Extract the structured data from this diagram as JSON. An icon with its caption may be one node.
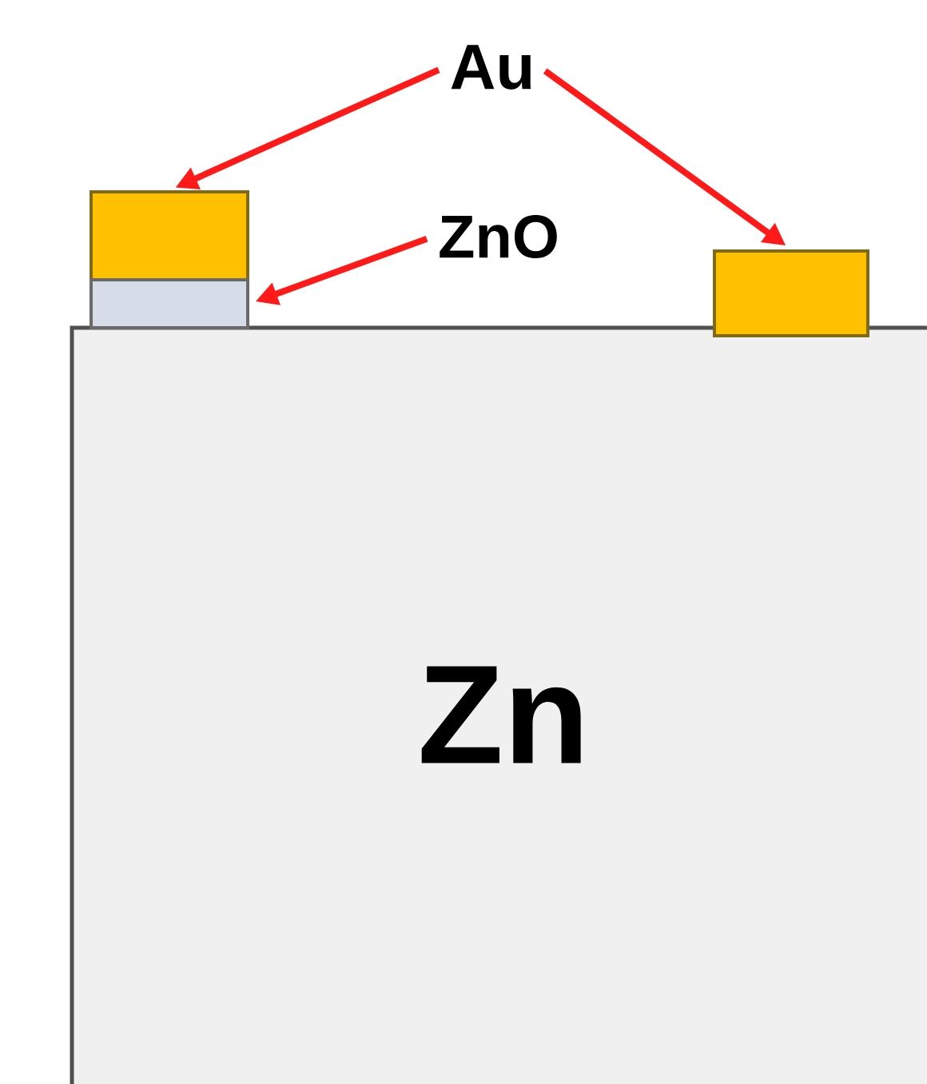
{
  "diagram": {
    "nodes": [
      {
        "text": [
          "Au"
        ]
      },
      {
        "text": [
          "ZnO"
        ]
      },
      {
        "text": [
          "Zn"
        ]
      },
      {
        "text": [],
        "shape": "box"
      },
      {
        "text": [],
        "shape": "box"
      },
      {
        "text": [],
        "shape": "box"
      }
    ],
    "edges": [
      {
        "from": 0,
        "to": 3,
        "arrow": "to"
      },
      {
        "from": 0,
        "to": 5,
        "arrow": "to"
      },
      {
        "from": 1,
        "to": 4,
        "arrow": "to"
      }
    ]
  }
}
